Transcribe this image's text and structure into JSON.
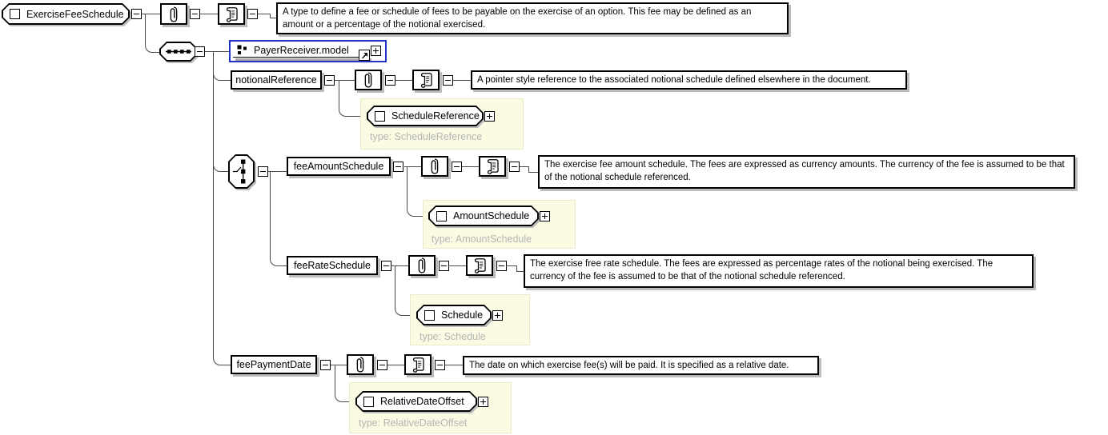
{
  "root": {
    "name": "ExerciseFeeSchedule",
    "documentation": "A type to define a fee or schedule of fees to be payable on the exercise of an option. This fee may be defined as an amount or a percentage of the notional exercised."
  },
  "model_group": {
    "name": "PayerReceiver.model"
  },
  "elements": [
    {
      "name": "notionalReference",
      "documentation": "A pointer style reference to the associated notional schedule defined elsewhere in the document.",
      "type_name": "ScheduleReference",
      "type_caption": "type: ScheduleReference"
    },
    {
      "name": "feeAmountSchedule",
      "documentation": "The exercise fee amount schedule. The fees are expressed as currency amounts. The currency of the fee is assumed to be that of the notional schedule referenced.",
      "type_name": "AmountSchedule",
      "type_caption": "type: AmountSchedule"
    },
    {
      "name": "feeRateSchedule",
      "documentation": "The exercise free rate schedule. The fees are expressed as percentage rates of the notional being exercised. The currency of the fee is assumed to be that of the notional schedule referenced.",
      "type_name": "Schedule",
      "type_caption": "type: Schedule"
    },
    {
      "name": "feePaymentDate",
      "documentation": "The date on which exercise fee(s) will be paid. It is specified as a relative date.",
      "type_name": "RelativeDateOffset",
      "type_caption": "type: RelativeDateOffset"
    }
  ],
  "icons": {
    "attributes": "paperclip-icon",
    "documentation": "scroll-icon",
    "sequence": "sequence-icon",
    "choice": "choice-icon",
    "reference_link": "link-arrow-icon",
    "complex_type": "square-icon",
    "model_group": "squares-icon"
  },
  "colors": {
    "reference_border": "#2230cc",
    "type_container_bg": "#fbfbe3",
    "type_caption_text": "#b4b4b4",
    "node_shadow": "#bcbcbc",
    "connector": "#4a4a4a"
  }
}
